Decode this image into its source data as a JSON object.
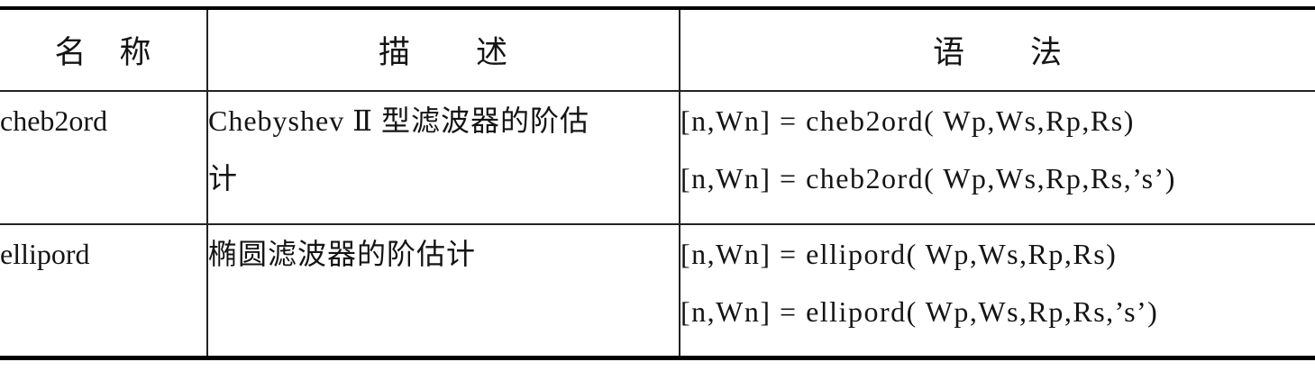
{
  "page": {
    "background_color": "#ffffff",
    "text_color": "#141414",
    "rule_color": "#000000"
  },
  "table": {
    "headers": [
      "名　称",
      "描　　述",
      "语　　法"
    ],
    "rows": [
      {
        "name": "cheb2ord",
        "description_lines": [
          "Chebyshev Ⅱ 型滤波器的阶估",
          "计"
        ],
        "syntax_lines": [
          "[n,Wn] = cheb2ord( Wp,Ws,Rp,Rs)",
          "[n,Wn] = cheb2ord( Wp,Ws,Rp,Rs,’s’)"
        ]
      },
      {
        "name": "ellipord",
        "description_lines": [
          "椭圆滤波器的阶估计"
        ],
        "syntax_lines": [
          "[n,Wn] = ellipord( Wp,Ws,Rp,Rs)",
          "[n,Wn] = ellipord( Wp,Ws,Rp,Rs,’s’)"
        ]
      }
    ]
  }
}
